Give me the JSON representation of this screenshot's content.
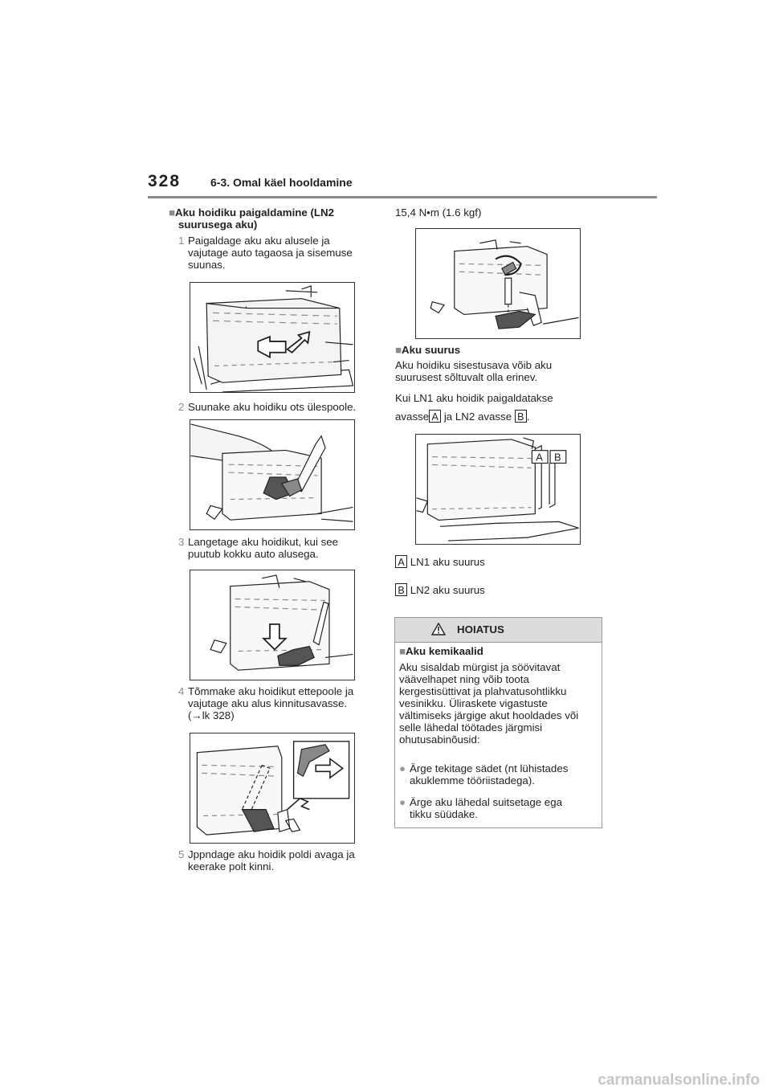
{
  "header": {
    "page_number": "328",
    "section_title": "6-3. Omal käel hooldamine"
  },
  "left": {
    "heading": "Aku hoidiku paigaldamine (LN2 suurusega aku)",
    "heading_line1": "Aku hoidiku paigaldamine (LN2",
    "heading_line2": "suurusega aku)",
    "steps": [
      {
        "num": "1",
        "lines": [
          "Paigaldage aku aku alusele ja",
          "vajutage auto tagaosa ja sisemuse",
          "suunas."
        ]
      },
      {
        "num": "2",
        "lines": [
          "Suunake aku hoidiku ots ülespoole."
        ]
      },
      {
        "num": "3",
        "lines": [
          "Langetage aku hoidikut, kui see",
          "puutub kokku auto alusega."
        ]
      },
      {
        "num": "4",
        "lines": [
          "Tõmmake aku hoidikut ettepoole ja",
          "vajutage aku alus kinnitusavasse.",
          "(→lk 328)"
        ]
      },
      {
        "num": "5",
        "lines": [
          "Jppndage aku hoidik poldi avaga ja",
          "keerake polt kinni."
        ]
      }
    ]
  },
  "right": {
    "torque": "15,4 N•m (1.6 kgf)",
    "size_heading": "Aku suurus",
    "size_text_line1": "Aku hoidiku sisestusava võib aku",
    "size_text_line2": "suurusest sõltuvalt olla erinev.",
    "install_line1": "Kui LN1 aku hoidik paigaldatakse",
    "install_prefix": "avasse",
    "install_mid": " ja LN2 avasse ",
    "install_suffix": ".",
    "label_a": "A",
    "label_b": "B",
    "legend_a": "LN1 aku suurus",
    "legend_b": "LN2 aku suurus"
  },
  "warning": {
    "title": "HOIATUS",
    "subheading": "Aku kemikaalid",
    "body_lines": [
      "Aku sisaldab mürgist ja söövitavat",
      "väävelhapet ning võib toota",
      "kergestisüttivat ja plahvatusohtlikku",
      "vesinikku. Üliraskete vigastuste",
      "vältimiseks järgige akut hooldades või",
      "selle lähedal töötades järgmisi",
      "ohutusabinõusid:"
    ],
    "bullets": [
      [
        "Ärge tekitage sädet (nt lühistades",
        "akuklemme tööriistadega)."
      ],
      [
        "Ärge aku lähedal suitsetage ega",
        "tikku süüdake."
      ]
    ]
  },
  "watermark": "carmanualsonline.info",
  "colors": {
    "accent_gray": "#8a8a8a",
    "warning_header": "#dcdcdc",
    "text": "#231f20"
  }
}
